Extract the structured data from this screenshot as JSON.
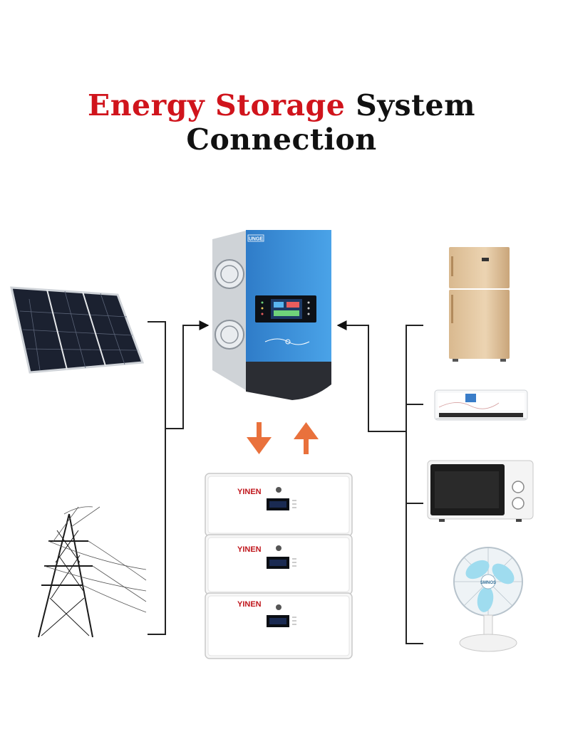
{
  "title": {
    "part_red": "Energy Storage",
    "part_black": "System Connection"
  },
  "inverter": {
    "brand": "UNGE"
  },
  "battery": {
    "brand": "YINEN",
    "modules": 3
  },
  "fan": {
    "brand": "SMNOS"
  },
  "colors": {
    "title_red": "#d0141c",
    "title_black": "#111111",
    "inverter_blue": "#3a8fd6",
    "arrow_orange": "#e9713c",
    "line": "#222222"
  },
  "icons": [
    "solar-panel-icon",
    "power-tower-icon",
    "inverter-icon",
    "battery-stack-icon",
    "fridge-icon",
    "air-conditioner-icon",
    "microwave-icon",
    "fan-icon"
  ]
}
